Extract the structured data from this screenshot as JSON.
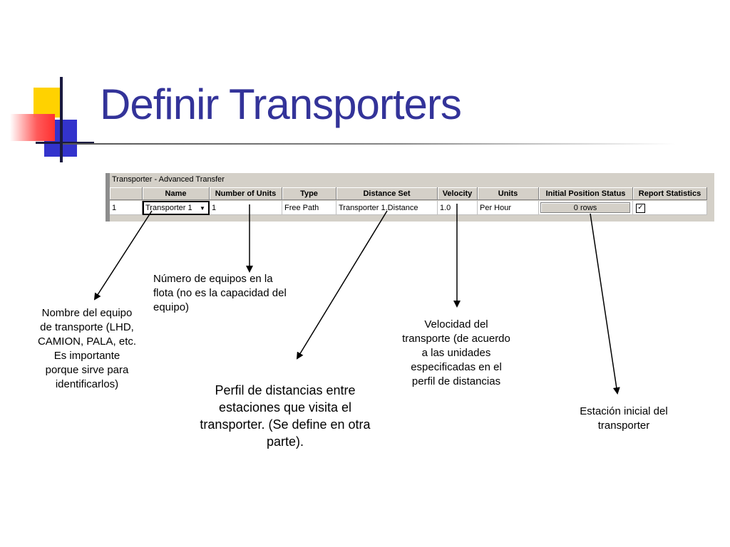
{
  "slide": {
    "title": "Definir Transporters"
  },
  "sheet": {
    "window_title": "Transporter - Advanced Transfer",
    "columns": [
      "Name",
      "Number of Units",
      "Type",
      "Distance Set",
      "Velocity",
      "Units",
      "Initial Position Status",
      "Report Statistics"
    ],
    "row": {
      "index": "1",
      "name": "Transporter 1",
      "number_of_units": "1",
      "type": "Free Path",
      "distance_set": "Transporter 1.Distance",
      "velocity": "1.0",
      "units": "Per Hour",
      "initial_position_status": "0 rows",
      "report_statistics_checked": "✓"
    }
  },
  "annotations": {
    "name": "Nombre del equipo de transporte (LHD, CAMION, PALA, etc. Es importante porque sirve para identificarlos)",
    "number_of_units": "Número de equipos en la flota (no es la capacidad del equipo)",
    "distance_set": "Perfil de distancias entre estaciones que visita el transporter. (Se define en otra parte).",
    "velocity": "Velocidad del transporte (de acuerdo a las unidades especificadas en el perfil de distancias",
    "initial_position": "Estación inicial del transporter"
  },
  "colors": {
    "title": "#333399",
    "accent_yellow": "#ffd200",
    "accent_blue": "#3333cc",
    "accent_red": "#ff3030",
    "sheet_gray": "#d4d0c8"
  }
}
